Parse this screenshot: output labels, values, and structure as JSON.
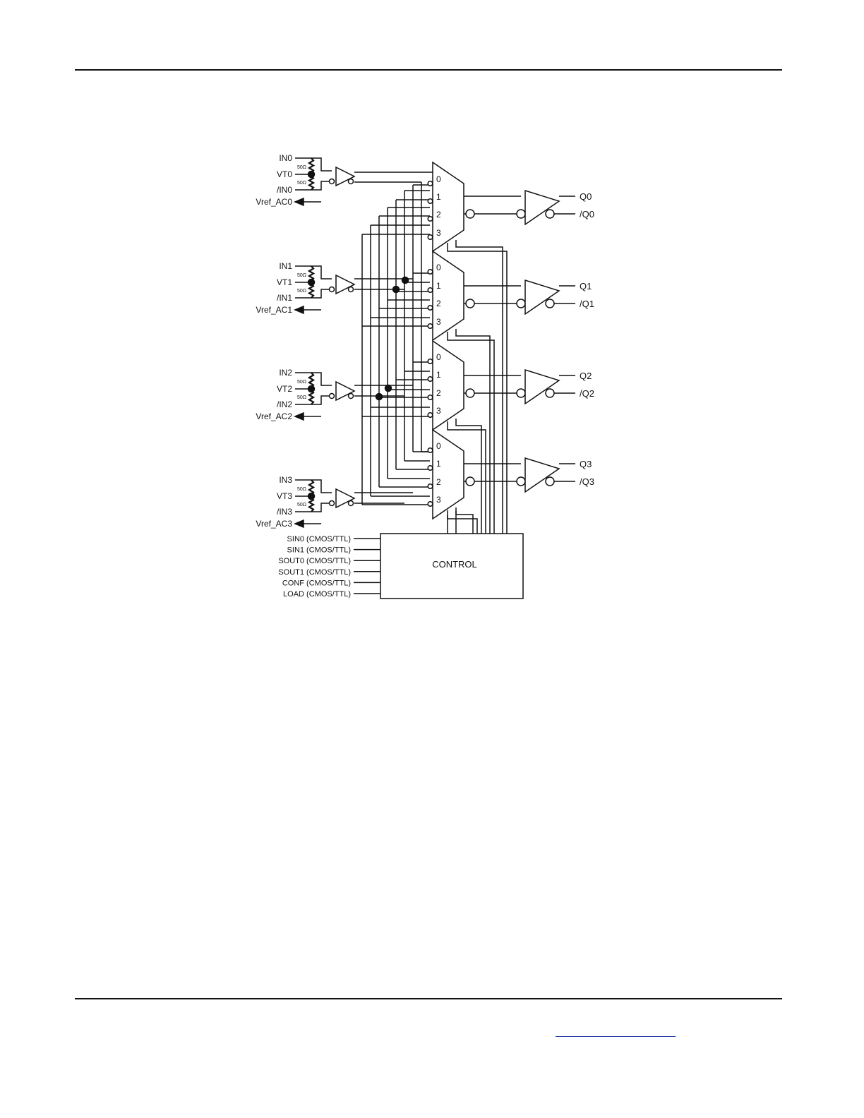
{
  "diagram": {
    "inputs": [
      {
        "in": "IN0",
        "vt": "VT0",
        "inb": "/IN0",
        "vref": "Vref_AC0"
      },
      {
        "in": "IN1",
        "vt": "VT1",
        "inb": "/IN1",
        "vref": "Vref_AC1"
      },
      {
        "in": "IN2",
        "vt": "VT2",
        "inb": "/IN2",
        "vref": "Vref_AC2"
      },
      {
        "in": "IN3",
        "vt": "VT3",
        "inb": "/IN3",
        "vref": "Vref_AC3"
      }
    ],
    "resistor_label": "50Ω",
    "mux_inputs": [
      "0",
      "1",
      "2",
      "3"
    ],
    "outputs": [
      {
        "q": "Q0",
        "qb": "/Q0"
      },
      {
        "q": "Q1",
        "qb": "/Q1"
      },
      {
        "q": "Q2",
        "qb": "/Q2"
      },
      {
        "q": "Q3",
        "qb": "/Q3"
      }
    ],
    "control": {
      "label": "CONTROL",
      "pins": [
        "SIN0 (CMOS/TTL)",
        "SIN1 (CMOS/TTL)",
        "SOUT0 (CMOS/TTL)",
        "SOUT1 (CMOS/TTL)",
        "CONF (CMOS/TTL)",
        "LOAD (CMOS/TTL)"
      ]
    }
  }
}
